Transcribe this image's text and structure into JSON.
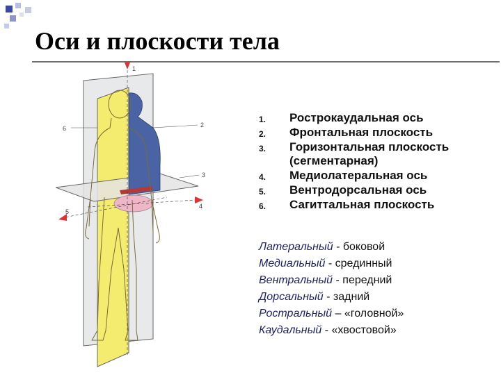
{
  "title": "Оси и плоскости тела",
  "items": [
    {
      "num": "1.",
      "text": "Рострокаудальная ось"
    },
    {
      "num": "2.",
      "text": "Фронтальная плоскость"
    },
    {
      "num": "3.",
      "text": "Горизонтальная плоскость (сегментарная)"
    },
    {
      "num": "4.",
      "text": "Медиолатеральная ось"
    },
    {
      "num": "5.",
      "text": "Вентродорсальная ось"
    },
    {
      "num": "6.",
      "text": "Сагиттальная плоскость"
    }
  ],
  "terms": [
    {
      "term": "Латеральный",
      "def": " - боковой"
    },
    {
      "term": "Медиальный",
      "def": " - срединный"
    },
    {
      "term": "Вентральный",
      "def": " - передний"
    },
    {
      "term": "Дорсальный",
      "def": " - задний"
    },
    {
      "term": "Ростральный",
      "def": " – «головной»"
    },
    {
      "term": "Каудальный",
      "def": " - «хвостовой»"
    }
  ],
  "figure_labels": {
    "l1": "1",
    "l2": "2",
    "l3": "3",
    "l4": "4",
    "l5": "5",
    "l6": "6"
  },
  "colors": {
    "frontal_plane": "#e8e9ea",
    "sagittal_plane": "#f3ec6e",
    "horizontal_plane": "#e4e4e4",
    "body_blue": "#4a63a5",
    "body_pink": "#efb6c8",
    "term": "#1a1f6e"
  }
}
